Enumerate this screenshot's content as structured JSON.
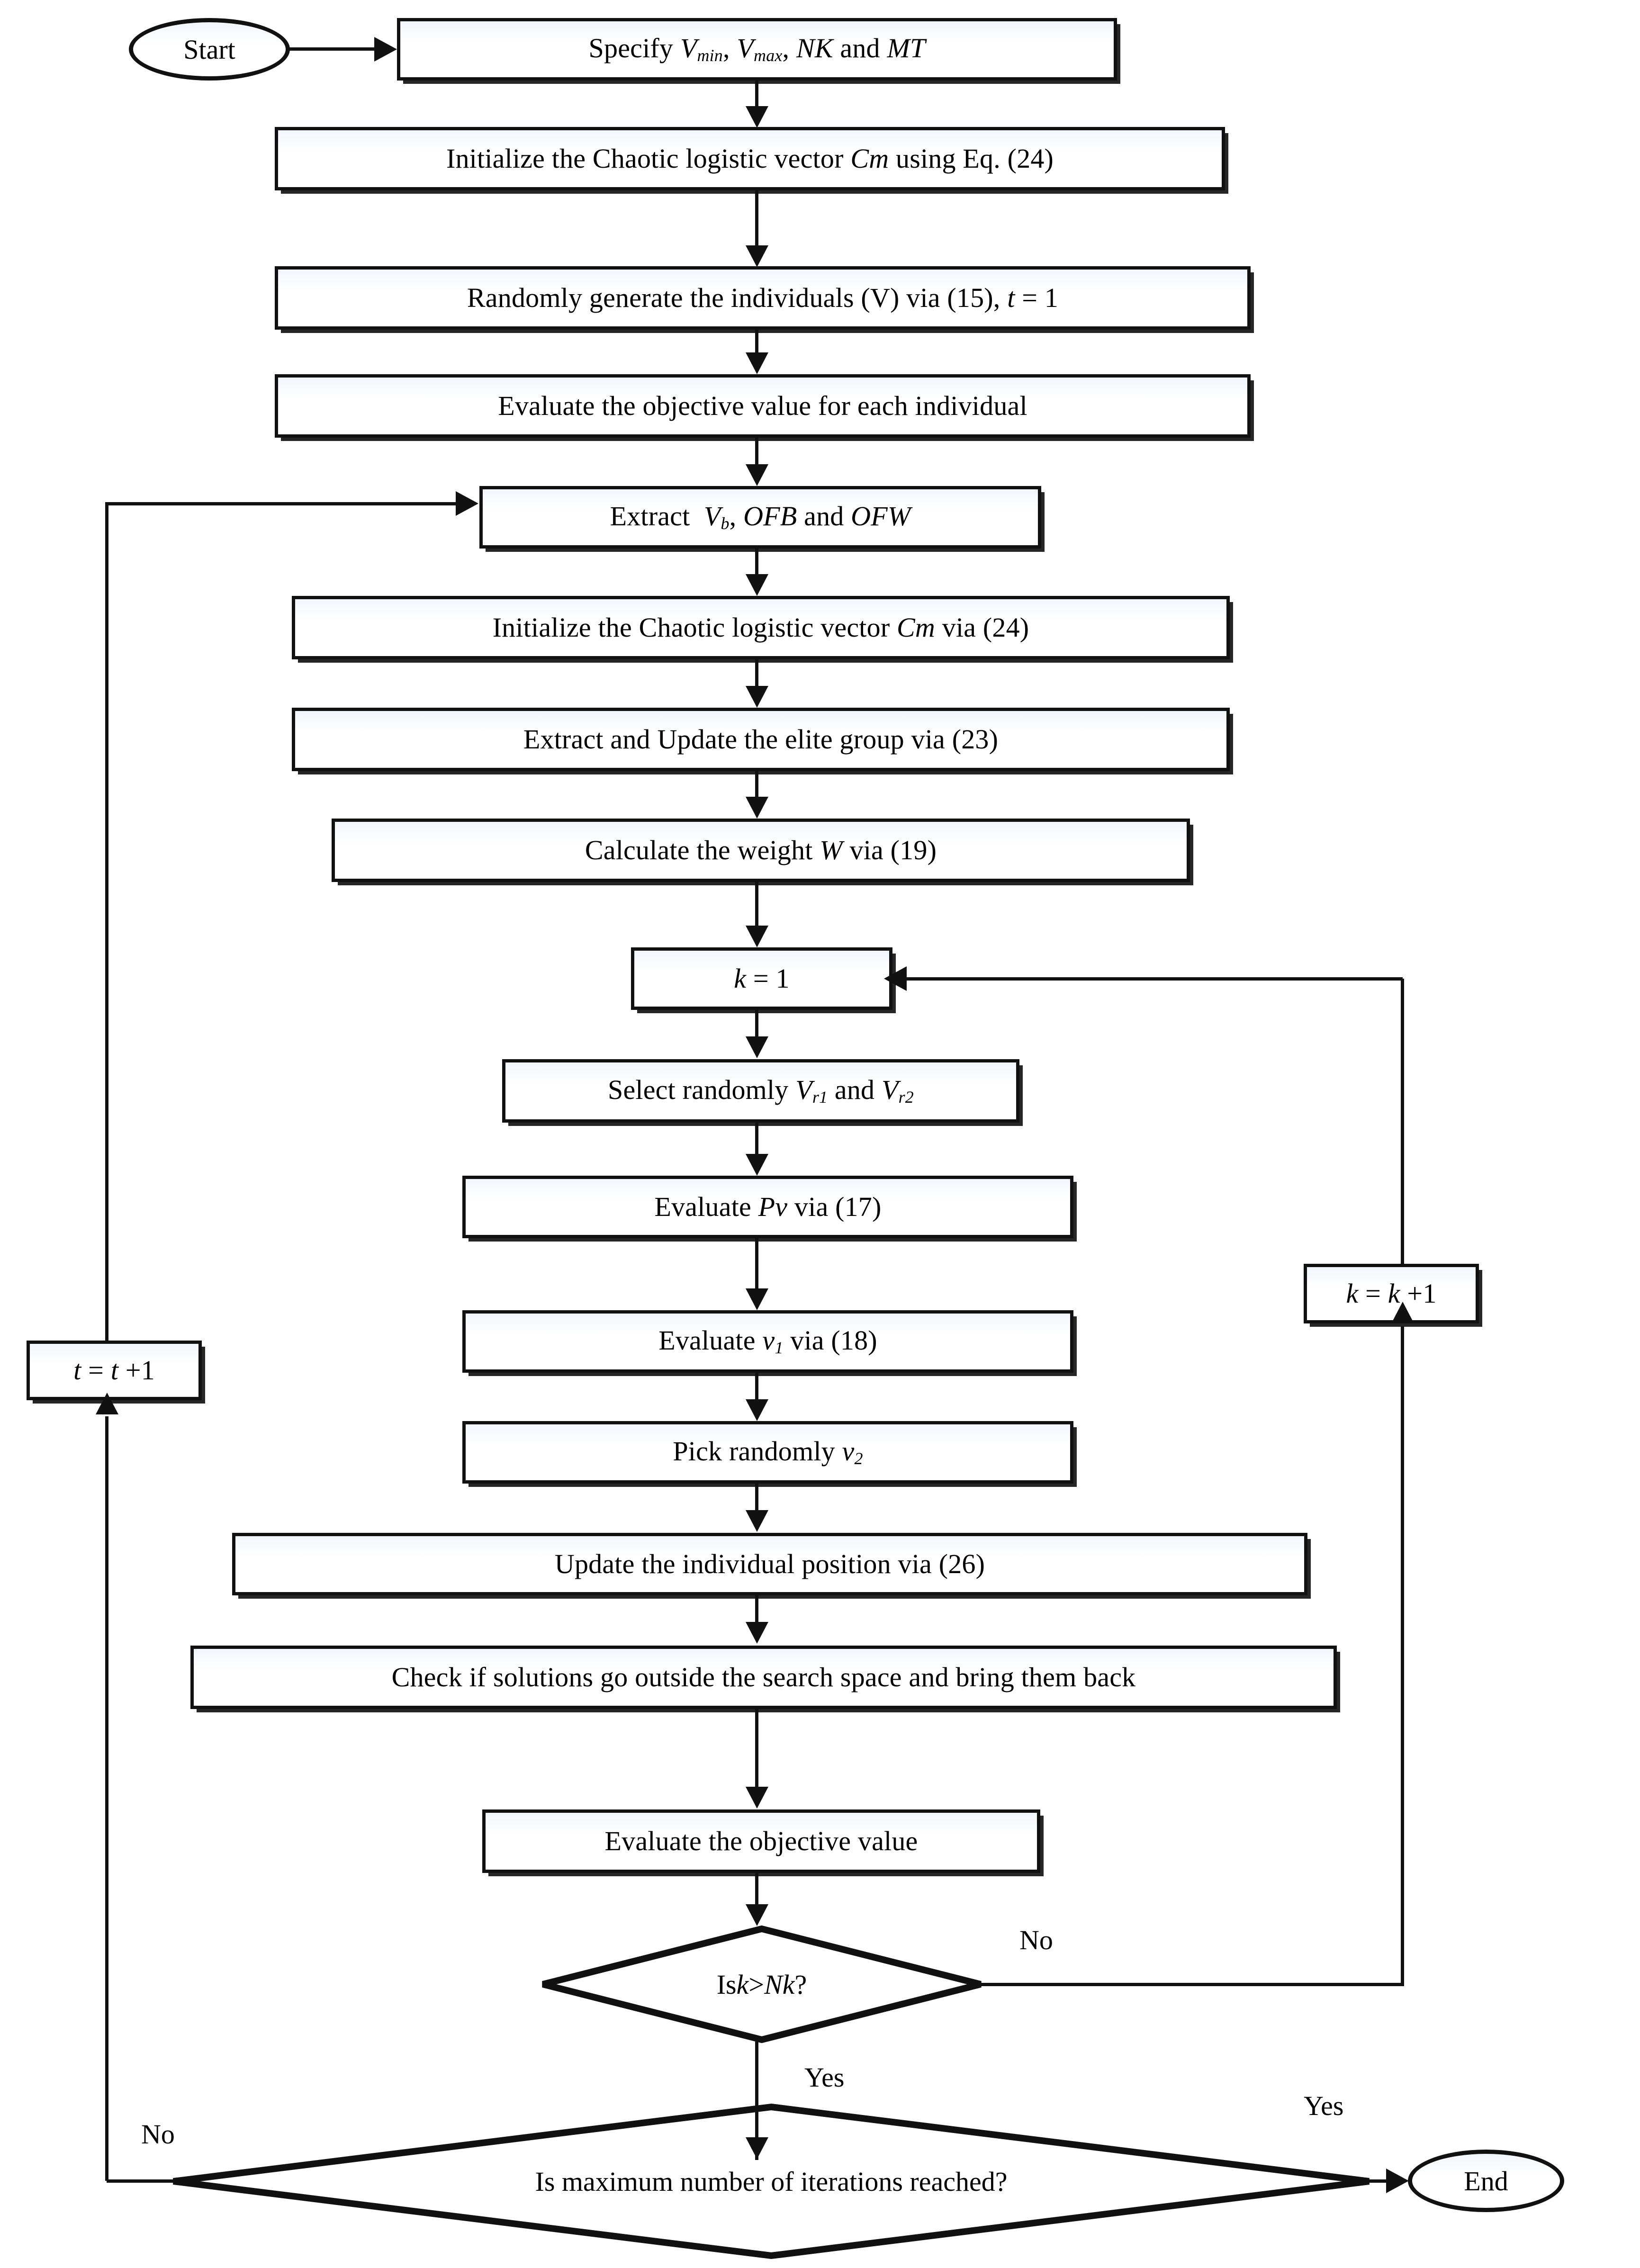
{
  "diagram": {
    "title": "Flowchart of the chaotic metaheuristic optimization algorithm",
    "type": "flowchart",
    "nodes": {
      "start": {
        "label": "Start",
        "shape": "terminator"
      },
      "specify": {
        "label": "Specify Vmin, Vmax, NK and MT",
        "shape": "process"
      },
      "init_cm_eq24": {
        "label": "Initialize the Chaotic logistic vector Cm using Eq. (24)",
        "shape": "process"
      },
      "random_individuals": {
        "label": "Randomly generate the individuals (V) via (15), t = 1",
        "shape": "process"
      },
      "eval_each": {
        "label": "Evaluate the objective value for each individual",
        "shape": "process"
      },
      "extract_vb": {
        "label": "Extract  Vb, OFB and OFW",
        "shape": "process"
      },
      "init_cm_24": {
        "label": "Initialize the Chaotic logistic vector Cm via (24)",
        "shape": "process"
      },
      "elite_group": {
        "label": "Extract and Update the elite group via (23)",
        "shape": "process"
      },
      "weight_w": {
        "label": "Calculate the weight W via (19)",
        "shape": "process"
      },
      "k_init": {
        "label": "k = 1",
        "shape": "process"
      },
      "select_vr": {
        "label": "Select randomly Vr1 and Vr2",
        "shape": "process"
      },
      "eval_pv": {
        "label": "Evaluate Pv via (17)",
        "shape": "process"
      },
      "eval_v1": {
        "label": "Evaluate v1 via (18)",
        "shape": "process"
      },
      "pick_v2": {
        "label": "Pick randomly v2",
        "shape": "process"
      },
      "update_position": {
        "label": "Update the individual position via (26)",
        "shape": "process"
      },
      "check_bounds": {
        "label": "Check if solutions go outside the search space and bring them back",
        "shape": "process"
      },
      "eval_obj": {
        "label": "Evaluate the objective value",
        "shape": "process"
      },
      "is_k_gt_nk": {
        "label": "Is k > Nk?",
        "shape": "decision"
      },
      "is_max_iter": {
        "label": "Is maximum number of iterations reached?",
        "shape": "decision"
      },
      "k_increment": {
        "label": "k = k +1",
        "shape": "process"
      },
      "t_increment": {
        "label": "t = t +1",
        "shape": "process"
      },
      "end": {
        "label": "End",
        "shape": "terminator"
      }
    },
    "edge_labels": {
      "k_loop_no": "No",
      "k_loop_yes": "Yes",
      "iter_loop_no": "No",
      "iter_loop_yes": "Yes"
    },
    "colors": {
      "stroke": "#111111",
      "fill": "#ffffff",
      "text": "#000000",
      "background": "#ffffff"
    }
  }
}
